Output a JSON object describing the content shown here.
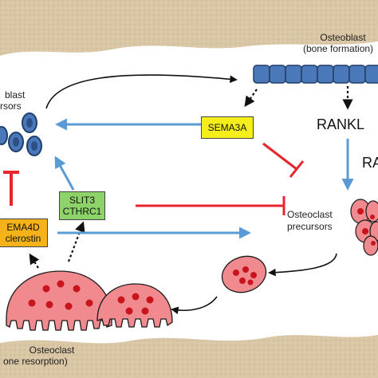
{
  "labels": {
    "osteoblast_title": "Osteoblast",
    "osteoblast_sub": "(bone formation)",
    "precursors_title": "blast",
    "precursors_sub": "rsors",
    "rankl": "RANKL",
    "rank_partial": "RA",
    "osteoclast_precursors_1": "Osteoclast",
    "osteoclast_precursors_2": "precursors",
    "osteoclast_title": "Osteoclast",
    "osteoclast_sub": "one resorption)"
  },
  "boxes": {
    "sema3a": "SEMA3A",
    "slit3": "SLIT3",
    "cthrc1": "CTHRC1",
    "sema4d": "EMA4D",
    "sclerostin": "clerostin"
  },
  "colors": {
    "background": "#d9c6a5",
    "bone_gap": "#ffffff",
    "osteoblast_fill": "#4a78b8",
    "osteoblast_edge": "#1f3f6e",
    "osteoclast_fill": "#f08a8e",
    "osteoclast_nucleus": "#c8141c",
    "activation_arrow": "#5b9bd5",
    "inhibition": "#e8242c",
    "sema3a_box": "#f5ee1a",
    "slit3_box": "#8ed26a",
    "sema4d_box": "#f6b219"
  }
}
